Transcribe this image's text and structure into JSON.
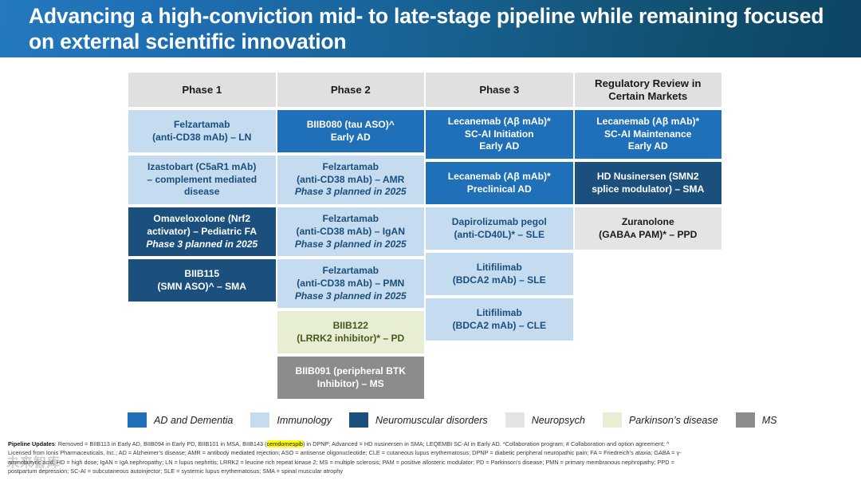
{
  "title": "Advancing a high-conviction mid- to late-stage pipeline while remaining focused on external scientific innovation",
  "colors": {
    "ad_and_dementia": "#1f70b8",
    "immunology": "#c5dbef",
    "neuromuscular": "#1a4f7e",
    "neuropsych": "#e4e4e4",
    "parkinsons": "#e8eed3",
    "ms": "#8c8c8c",
    "header_gray": "#e0e0e0",
    "title_gradient_start": "#2579bd",
    "title_gradient_end": "#0e4463",
    "highlight_yellow": "#ffff00"
  },
  "table": {
    "columns": [
      {
        "header": "Phase 1",
        "cells": [
          {
            "main": "Felzartamab\n(anti-CD38 mAb) – LN",
            "sub": "",
            "category": "immunology"
          },
          {
            "main": "Izastobart (C5aR1 mAb)\n– complement mediated\ndisease",
            "sub": "",
            "category": "immunology"
          },
          {
            "main": "Omaveloxolone (Nrf2\nactivator) – Pediatric FA",
            "sub": "Phase 3 planned in 2025",
            "category": "neuromuscular"
          },
          {
            "main": "BIIB115\n(SMN ASO)^ – SMA",
            "sub": "",
            "category": "neuromuscular"
          }
        ]
      },
      {
        "header": "Phase 2",
        "cells": [
          {
            "main": "BIIB080 (tau ASO)^\nEarly AD",
            "sub": "",
            "category": "ad_and_dementia"
          },
          {
            "main": "Felzartamab\n(anti-CD38 mAb) – AMR",
            "sub": "Phase 3 planned in 2025",
            "category": "immunology"
          },
          {
            "main": "Felzartamab\n(anti-CD38 mAb) – IgAN",
            "sub": "Phase 3 planned in 2025",
            "category": "immunology"
          },
          {
            "main": "Felzartamab\n(anti-CD38 mAb) – PMN",
            "sub": "Phase 3 planned in 2025",
            "category": "immunology"
          },
          {
            "main": "BIIB122\n(LRRK2 inhibitor)* – PD",
            "sub": "",
            "category": "parkinsons"
          },
          {
            "main": "BIIB091 (peripheral BTK\nInhibitor) – MS",
            "sub": "",
            "category": "ms"
          }
        ]
      },
      {
        "header": "Phase 3",
        "cells": [
          {
            "main": "Lecanemab (Aβ mAb)*\nSC-AI Initiation\nEarly AD",
            "sub": "",
            "category": "ad_and_dementia"
          },
          {
            "main": "Lecanemab (Aβ mAb)*\nPreclinical AD",
            "sub": "",
            "category": "ad_and_dementia"
          },
          {
            "main": "Dapirolizumab pegol\n(anti-CD40L)* – SLE",
            "sub": "",
            "category": "immunology"
          },
          {
            "main": "Litifilimab\n(BDCA2 mAb) – SLE",
            "sub": "",
            "category": "immunology"
          },
          {
            "main": "Litifilimab\n(BDCA2 mAb) – CLE",
            "sub": "",
            "category": "immunology"
          }
        ]
      },
      {
        "header": "Regulatory Review in Certain Markets",
        "cells": [
          {
            "main": "Lecanemab (Aβ mAb)*\nSC-AI Maintenance\nEarly AD",
            "sub": "",
            "category": "ad_and_dementia"
          },
          {
            "main": "HD Nusinersen (SMN2\nsplice modulator) – SMA",
            "sub": "",
            "category": "neuromuscular"
          },
          {
            "main": "Zuranolone\n(GABAᴀ PAM)* – PPD",
            "sub": "",
            "category": "neuropsych"
          }
        ]
      }
    ]
  },
  "legend": [
    {
      "label": "AD and Dementia",
      "category": "ad_and_dementia"
    },
    {
      "label": "Immunology",
      "category": "immunology"
    },
    {
      "label": "Neuromuscular disorders",
      "category": "neuromuscular"
    },
    {
      "label": "Neuropsych",
      "category": "neuropsych"
    },
    {
      "label": "Parkinson’s disease",
      "category": "parkinsons"
    },
    {
      "label": "MS",
      "category": "ms"
    }
  ],
  "footnotes": {
    "line1_label": "Pipeline Updates",
    "line1_a": ": Removed = BIIB113 in Early AD, BIIB094 in Early PD, BIIB101 in MSA, BIIB143 (",
    "line1_highlight": "cemdomespib",
    "line1_b": ") in DPNP; Advanced = HD nusinersen in SMA; LEQEMBI SC-AI in Early AD. *Collaboration program; # Collaboration and option agreement; ^",
    "line2": "Licensed from Ionis Pharmaceuticals, Inc.; AD = Alzheimer’s disease; AMR = antibody mediated rejection; ASO = antisense oligonucleotide; CLE = cutaneous lupus erythematosus; DPNP = diabetic peripheral neuropathic pain; FA = Friedreich’s ataxia; GABA = γ-",
    "line3": "aminobutyric acid; HD = high dose; IgAN = IgA nephropathy; LN = lupus nephritis; LRRK2 = leucine rich repeat kinase 2; MS = multiple sclerosis; PAM = positive allosteric modulator; PD = Parkinson’s disease; PMN = primary membranous nephropathy; PPD =",
    "line4": "postpartum depression; SC-AI = subcutaneous autoinjector; SLE = systemic lupus erythematosus; SMA = spinal muscular atrophy"
  }
}
